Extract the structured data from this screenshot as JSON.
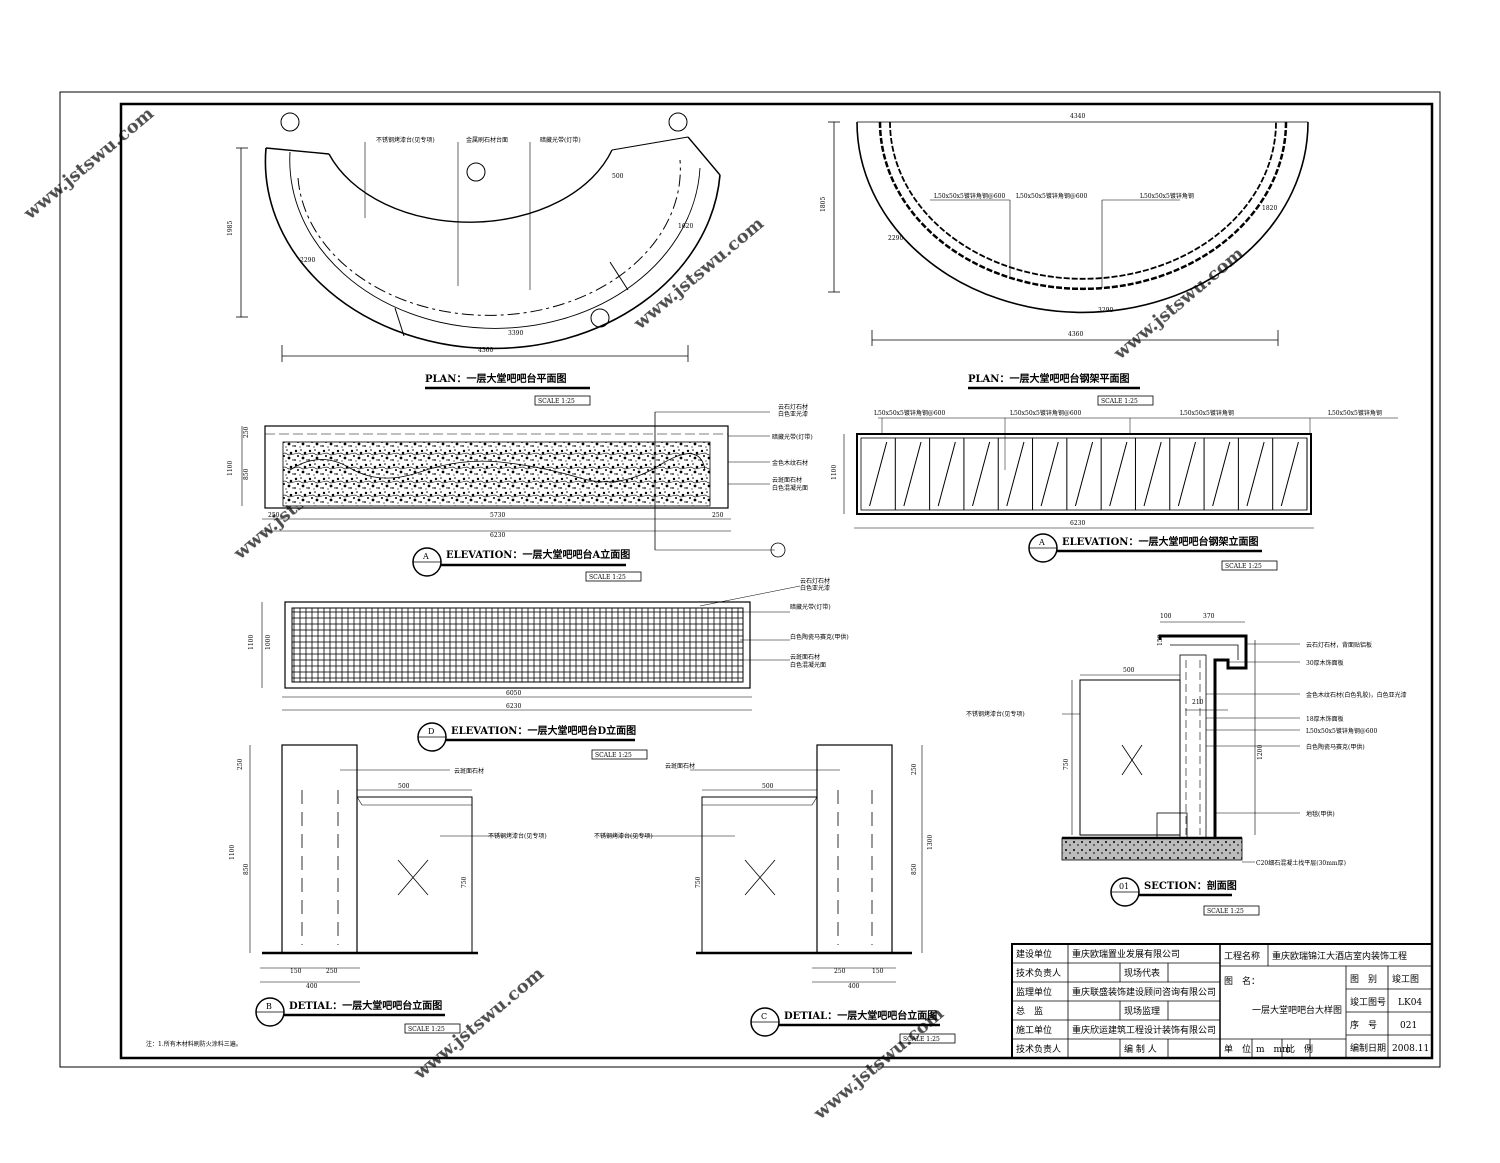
{
  "watermark": "www.jstswu.com",
  "plan": {
    "title": "PLAN：一层大堂吧吧台平面图",
    "scale": "SCALE 1:25",
    "dims": {
      "overall": "4360",
      "inner": "3390",
      "height": "1985",
      "radius": "2290",
      "w1": "500",
      "w2": "1620"
    },
    "notes": [
      "不锈钢烤漆台(见专项)",
      "金属刷石材台面",
      "暗藏光带(灯带)"
    ]
  },
  "steel_plan": {
    "title": "PLAN：一层大堂吧吧台钢架平面图",
    "scale": "SCALE 1:25",
    "dims": {
      "overall": "4360",
      "top": "4340",
      "height": "1805",
      "inner": "3290",
      "r1": "2290",
      "r2": "1820"
    },
    "notes": [
      "L50x50x5镀锌角钢@600",
      "L50x50x5镀锌角钢@600",
      "L50x50x5镀锌角钢"
    ]
  },
  "elev_a": {
    "title": "ELEVATION：一层大堂吧吧台A立面图",
    "scale": "SCALE 1:25",
    "tag": "A",
    "dims": {
      "total": "6230",
      "middle": "5730",
      "left": "250",
      "right": "250",
      "h_total": "1100",
      "h_top": "250",
      "h_bot": "850"
    },
    "notes": [
      "云石灯石材",
      "白色亚光漆",
      "暗藏光带(灯带)",
      "金色木纹石材",
      "云斑面石材",
      "白色混凝光面"
    ]
  },
  "elev_a_steel": {
    "title": "ELEVATION：一层大堂吧吧台钢架立面图",
    "scale": "SCALE 1:25",
    "tag": "A",
    "dims": {
      "total": "6230",
      "height": "1100"
    },
    "notes": [
      "L50x50x5镀锌角钢@600",
      "L50x50x5镀锌角钢@600",
      "L50x50x5镀锌角钢",
      "L50x50x5镀锌角钢"
    ]
  },
  "elev_d": {
    "title": "ELEVATION：一层大堂吧吧台D立面图",
    "scale": "SCALE 1:25",
    "tag": "D",
    "dims": {
      "total": "6230",
      "inner": "6050",
      "h_total": "1100",
      "h_inner": "1000"
    },
    "notes": [
      "云石灯石材",
      "白色亚光漆",
      "暗藏光带(灯带)",
      "白色陶瓷马赛克(甲供)",
      "云斑面石材",
      "白色混凝光面"
    ]
  },
  "detail_b": {
    "title": "DETIAL：一层大堂吧吧台立面图",
    "scale": "SCALE 1:25",
    "tag": "B",
    "dims": {
      "top": "250",
      "h_total": "1100",
      "h_bot": "850",
      "door_w": "500",
      "door_h": "750",
      "b1": "150",
      "b2": "250",
      "b_total": "400"
    },
    "notes": [
      "云斑面石材",
      "不锈钢烤漆台(见专项)"
    ]
  },
  "detail_c": {
    "title": "DETIAL：一层大堂吧吧台立面图",
    "scale": "SCALE 1:25",
    "tag": "C",
    "dims": {
      "top": "250",
      "h_total": "1300",
      "h_bot": "850",
      "door_w": "500",
      "door_h": "750",
      "b1": "250",
      "b2": "150",
      "b_total": "400"
    },
    "notes": [
      "云斑面石材",
      "不锈钢烤漆台(见专项)"
    ]
  },
  "section": {
    "title": "SECTION：剖面图",
    "scale": "SCALE 1:25",
    "tag": "01",
    "dims": {
      "a": "100",
      "b": "370",
      "c": "500",
      "d": "210",
      "e": "150",
      "f": "750",
      "g": "1200"
    },
    "notes": [
      "云石灯石材，背面贴铝板",
      "30厚木饰面板",
      "金色木纹石材(白色乳胶)，白色亚光漆",
      "18厚木饰面板",
      "L50x50x5镀锌角钢@600",
      "白色陶瓷马赛克(甲供)",
      "地毯(甲供)",
      "C20细石混凝土找平层(30mm厚)",
      "不锈钢烤漆台(见专项)"
    ]
  },
  "note": "注：1.所有木材料刷防火涂料三遍。",
  "title_block": {
    "rows": [
      {
        "label": "建设单位",
        "value": "重庆欧瑞置业发展有限公司"
      },
      {
        "label": "技术负责人",
        "value": "",
        "sub_label": "现场代表",
        "sub_value": ""
      },
      {
        "label": "监理单位",
        "value": "重庆联盛装饰建设顾问咨询有限公司"
      },
      {
        "label": "总　监",
        "value": "",
        "sub_label": "现场监理",
        "sub_value": ""
      },
      {
        "label": "施工单位",
        "value": "重庆欣运建筑工程设计装饰有限公司"
      },
      {
        "label": "技术负责人",
        "value": "",
        "sub_label": "编 制 人",
        "sub_value": ""
      }
    ],
    "project_label": "工程名称",
    "project_name": "重庆欧瑞锦江大酒店室内装饰工程",
    "drawing_label": "图　名：",
    "drawing_name": "一层大堂吧吧台大样图",
    "unit_label": "单　位",
    "unit_value": "m　mm",
    "scale_label": "比　例",
    "scale_value": "",
    "right": [
      {
        "label": "图　别",
        "value": "竣工图"
      },
      {
        "label": "竣工图号",
        "value": "LK04"
      },
      {
        "label": "序　号",
        "value": "021"
      },
      {
        "label": "编制日期",
        "value": "2008.11"
      }
    ]
  }
}
